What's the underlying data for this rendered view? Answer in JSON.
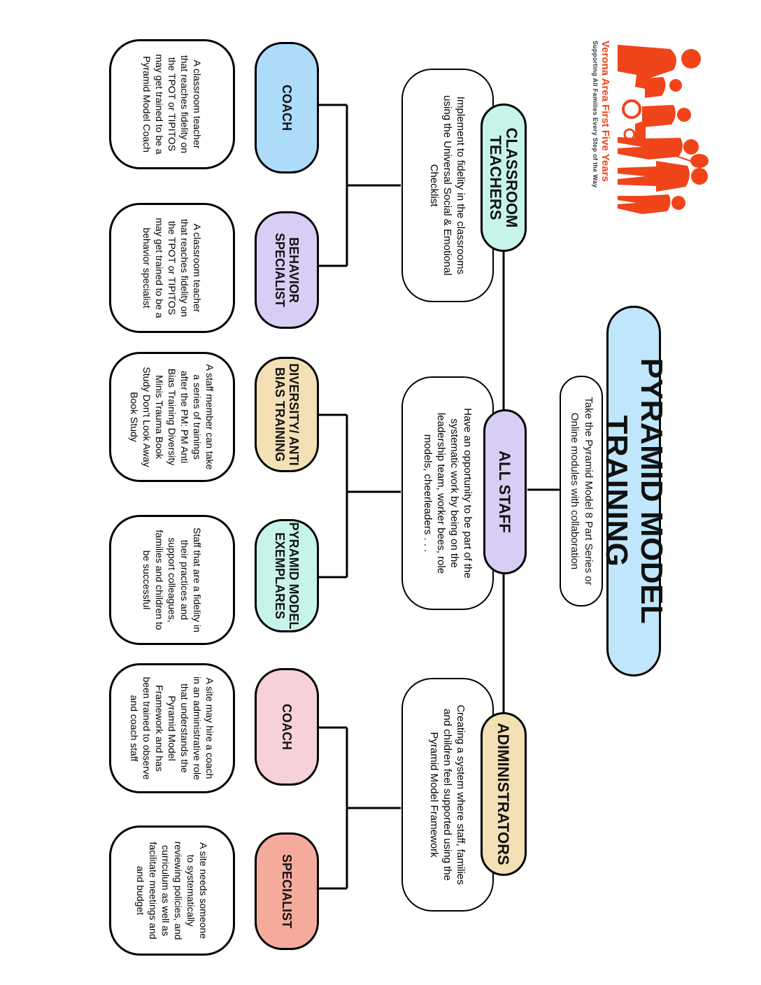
{
  "logo": {
    "org_name": "Verona Area First Five Years",
    "tagline": "Supporting All Families Every Step of the Way",
    "brand_color": "#f0441a"
  },
  "title": "PYRAMID MODEL TRAINING",
  "subtitle": "Take the Pyramid Model 8 Part Series or Online modules with collaboration",
  "columns": [
    {
      "label": "CLASSROOM TEACHERS",
      "color": "#c6f4ea",
      "description": "Implement to fidelity in the classrooms using the Universal Social & Emotional Checklist",
      "subs": [
        {
          "label": "COACH",
          "color": "#addcfb",
          "description": "A classroom teacher that reaches fidelity on the TPOT or TIPITOS may get trained to be a Pyramid Model Coach"
        },
        {
          "label": "BEHAVIOR SPECIALIST",
          "color": "#d7cdf5",
          "description": "A classroom teacher that reaches fidelity on the TPOT or TIPITOS may get trained to be a behavior specialist"
        }
      ]
    },
    {
      "label": "ALL STAFF",
      "color": "#d7cdf5",
      "description": "Have an opportunity to be part of the systematic work by being on the leadership team, worker bees, role models, cheerleaders . . .",
      "subs": [
        {
          "label": "DIVERSITY/ ANTI BIAS TRAINING",
          "color": "#f3e0b4",
          "description": "A staff member can take a series of trainings after the PM: PM Anti Bias Training Diversity Minis Trauma Book Study Don't Look Away Book Study"
        },
        {
          "label": "PYRAMID MODEL EXEMPLARES",
          "color": "#c6f4ea",
          "description": "Staff that are a fidelity in their practices and support colleagues, families and children to be successful"
        }
      ]
    },
    {
      "label": "ADIMINISTRATORS",
      "color": "#f3e0b4",
      "description": "Creating a system where staff, families and children feel supported using the Pyramid Model Framework",
      "subs": [
        {
          "label": "COACH",
          "color": "#f6d1d8",
          "description": "A site may hire a coach in an administrative role that understands the Pyramid Model Framework and has been trained to observe and coach staff"
        },
        {
          "label": "SPECIALIST",
          "color": "#f5ab9c",
          "description": "A site needs someone to systematically reviewing policies, and curriculum as well as facilitate meetings and and budget"
        }
      ]
    }
  ]
}
